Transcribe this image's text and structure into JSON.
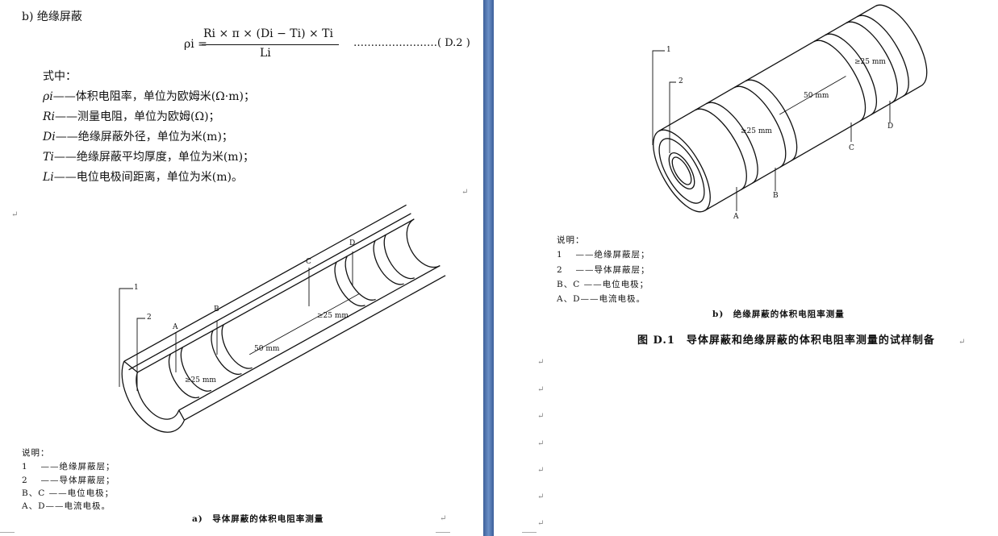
{
  "left_page": {
    "heading": "b)  绝缘屏蔽",
    "formula": {
      "lhs": "ρi =",
      "numerator": "Ri × π × (Di − Ti) × Ti",
      "denominator": "Li",
      "number": "……………………( D.2 )"
    },
    "where_label": "式中：",
    "definitions": [
      {
        "symbol": "ρi",
        "text": "——体积电阻率，单位为欧姆米(Ω·m)；"
      },
      {
        "symbol": "Ri",
        "text": "——测量电阻，单位为欧姆(Ω)；"
      },
      {
        "symbol": "Di",
        "text": "——绝缘屏蔽外径，单位为米(m)；"
      },
      {
        "symbol": "Ti",
        "text": "——绝缘屏蔽平均厚度，单位为米(m)；"
      },
      {
        "symbol": "Li",
        "text": "——电位电极间距离，单位为米(m)。"
      }
    ],
    "figure_labels": {
      "l1": "1",
      "l2": "2",
      "A": "A",
      "B": "B",
      "C": "C",
      "D": "D",
      "gap1": "≥25 mm",
      "gap2": "≥25 mm",
      "dist": "50 mm"
    },
    "legend_title": "说明：",
    "legend": [
      "1　 ——绝缘屏蔽层；",
      "2　 ——导体屏蔽层；",
      "B、C ——电位电极；",
      "A、D——电流电极。"
    ],
    "caption": "a)　导体屏蔽的体积电阻率测量",
    "return_mark": "↵"
  },
  "right_page": {
    "figure_labels": {
      "l1": "1",
      "l2": "2",
      "A": "A",
      "B": "B",
      "C": "C",
      "D": "D",
      "gap1": "≥25 mm",
      "gap2": "≥25 mm",
      "dist": "50 mm"
    },
    "legend_title": "说明：",
    "legend": [
      "1　 ——绝缘屏蔽层；",
      "2　 ——导体屏蔽层；",
      "B、C ——电位电极；",
      "A、D——电流电极。"
    ],
    "caption": "b)　绝缘屏蔽的体积电阻率测量",
    "figure_title": "图 D.1　导体屏蔽和绝缘屏蔽的体积电阻率测量的试样制备",
    "return_mark": "↵"
  }
}
